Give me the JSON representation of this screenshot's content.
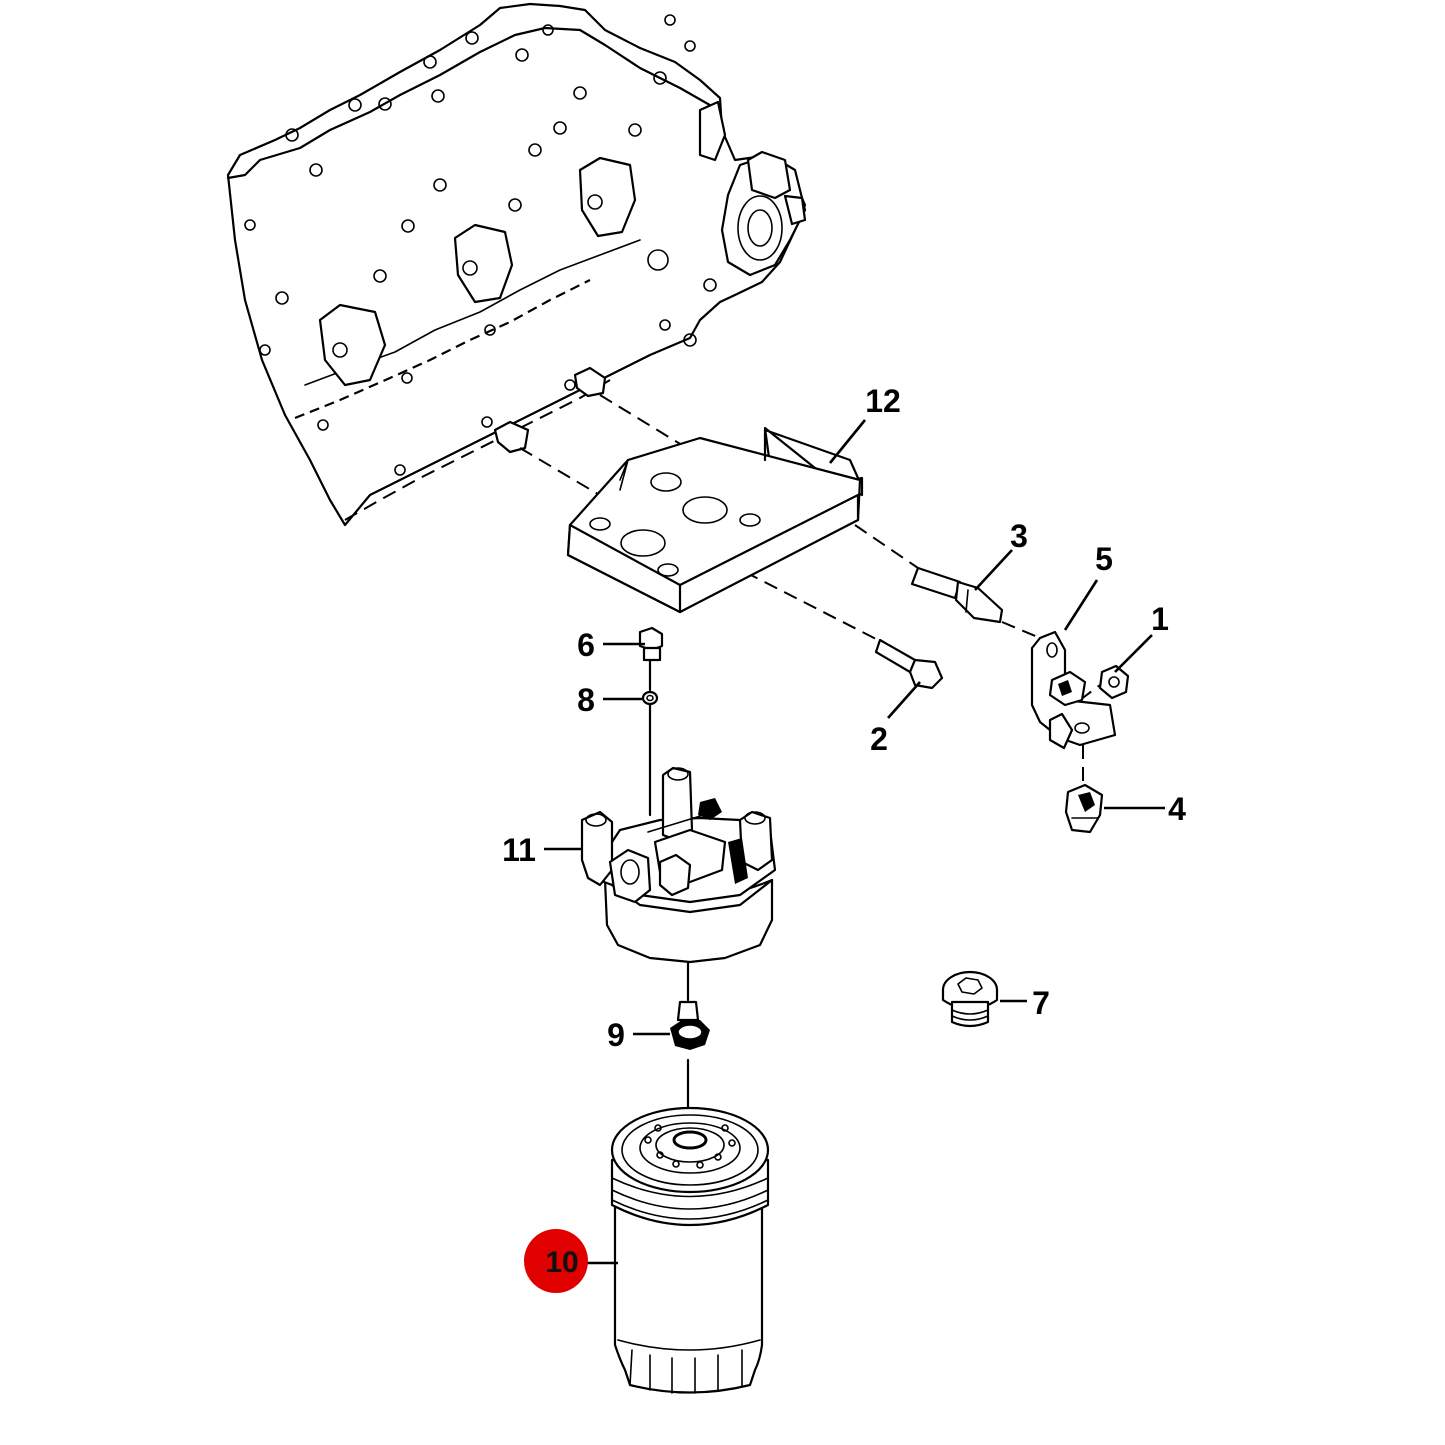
{
  "diagram": {
    "callouts": {
      "c1": "1",
      "c2": "2",
      "c3": "3",
      "c4": "4",
      "c5": "5",
      "c6": "6",
      "c7": "7",
      "c8": "8",
      "c9": "9",
      "c10": "10",
      "c11": "11",
      "c12": "12"
    },
    "highlight": {
      "callout": "10",
      "color": "#e00000"
    },
    "colors": {
      "line": "#000000",
      "background": "#ffffff"
    }
  }
}
